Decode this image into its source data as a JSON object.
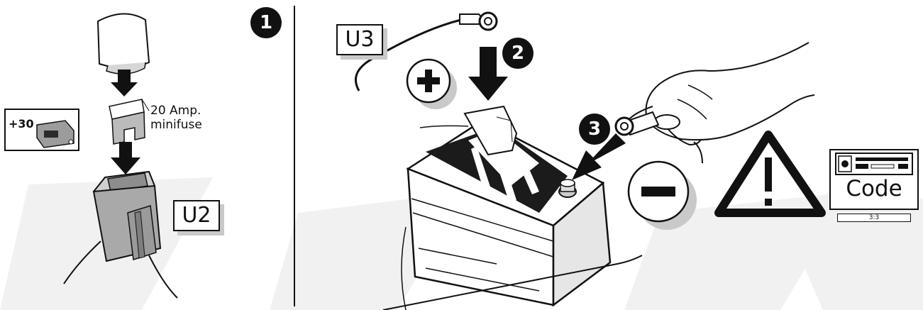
{
  "step_numbers": [
    "1",
    "2",
    "3"
  ],
  "labels": {
    "u2": "U2",
    "u3": "U3",
    "fuse_line1": "20 Amp.",
    "fuse_line2": "minifuse",
    "relay": "+30",
    "code": "Code",
    "code_sub": "3:3"
  },
  "icons": {
    "plus": "plus-circle-icon",
    "minus": "minus-circle-icon",
    "warning": "warning-triangle-icon",
    "code_device": "code-display-icon"
  },
  "colors": {
    "ink": "#111111",
    "shadow": "#c9c9c9",
    "fuse_body": "#a9a9a9",
    "background_stripe": "#f1f1f1"
  }
}
